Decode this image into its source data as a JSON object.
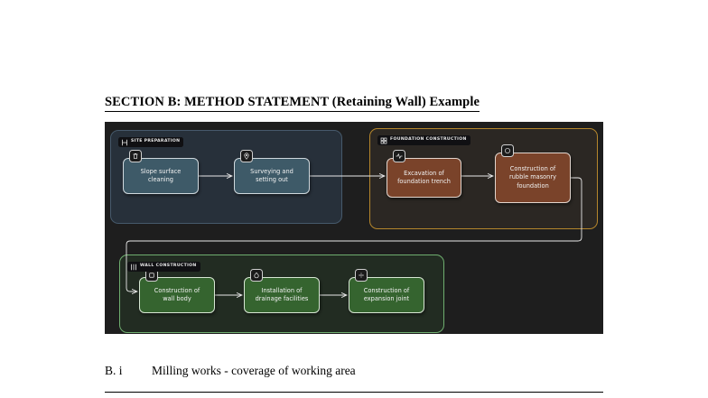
{
  "document": {
    "heading": "SECTION B: METHOD STATEMENT (Retaining Wall) Example",
    "caption_index": "B.  i",
    "caption_text": "Milling works - coverage of working area"
  },
  "diagram": {
    "background_color": "#1e1e1e",
    "groups": [
      {
        "id": "site-preparation",
        "label": "SITE PREPARATION",
        "icon": "ruler-icon",
        "border_color": "#46596b",
        "background_color": "#27303a",
        "node_color": "#3e5a68"
      },
      {
        "id": "foundation-construction",
        "label": "FOUNDATION CONSTRUCTION",
        "icon": "grid-icon",
        "border_color": "#b5862c",
        "background_color": "#2b2723",
        "node_color": "#7a432a"
      },
      {
        "id": "wall-construction",
        "label": "WALL CONSTRUCTION",
        "icon": "book-icon",
        "border_color": "#6fae6f",
        "background_color": "#222c22",
        "node_color": "#35642f"
      }
    ],
    "nodes": [
      {
        "id": "slope-surface-cleaning",
        "group": "site-preparation",
        "line1": "Slope surface",
        "line2": "cleaning",
        "icon": "trash-icon"
      },
      {
        "id": "surveying-setting-out",
        "group": "site-preparation",
        "line1": "Surveying and",
        "line2": "setting out",
        "icon": "map-pin-icon"
      },
      {
        "id": "excavation-foundation",
        "group": "foundation-construction",
        "line1": "Excavation of",
        "line2": "foundation trench",
        "icon": "activity-icon"
      },
      {
        "id": "rubble-masonry-foundation",
        "group": "foundation-construction",
        "line1": "Construction of",
        "line2": "rubble masonry",
        "line3": "foundation",
        "icon": "circle-icon"
      },
      {
        "id": "wall-body",
        "group": "wall-construction",
        "line1": "Construction of",
        "line2": "wall body",
        "icon": "square-icon"
      },
      {
        "id": "drainage-facilities",
        "group": "wall-construction",
        "line1": "Installation of",
        "line2": "drainage facilities",
        "icon": "droplet-icon"
      },
      {
        "id": "expansion-joint",
        "group": "wall-construction",
        "line1": "Construction of",
        "line2": "expansion joint",
        "icon": "divide-icon"
      }
    ],
    "edges": [
      {
        "from": "slope-surface-cleaning",
        "to": "surveying-setting-out"
      },
      {
        "from": "surveying-setting-out",
        "to": "excavation-foundation"
      },
      {
        "from": "excavation-foundation",
        "to": "rubble-masonry-foundation"
      },
      {
        "from": "rubble-masonry-foundation",
        "to": "wall-body"
      },
      {
        "from": "wall-body",
        "to": "drainage-facilities"
      },
      {
        "from": "drainage-facilities",
        "to": "expansion-joint"
      }
    ],
    "edge_color": "#e8e8e8"
  }
}
